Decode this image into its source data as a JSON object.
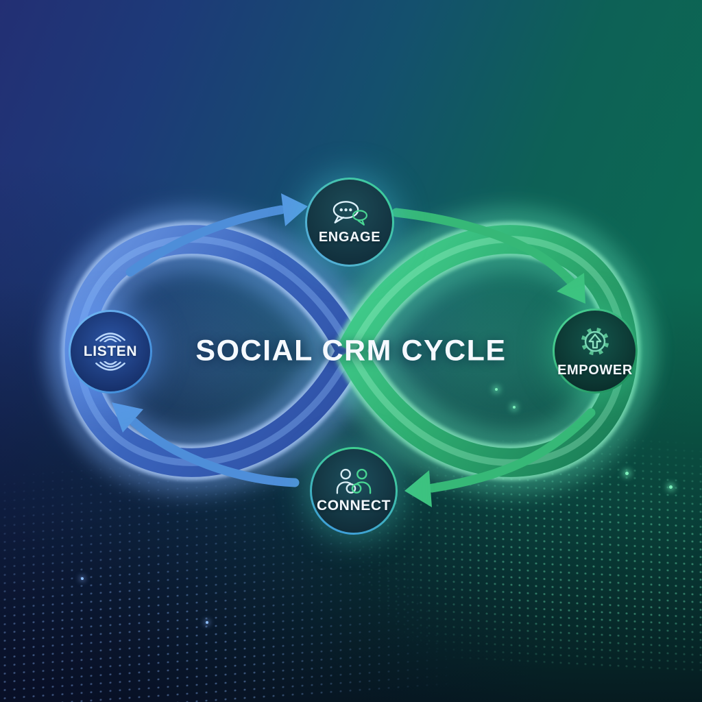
{
  "title": "SOCIAL CRM CYCLE",
  "nodes": [
    {
      "id": "engage",
      "label": "ENGAGE",
      "icon": "chat-bubbles-icon"
    },
    {
      "id": "empower",
      "label": "EMPOWER",
      "icon": "gear-up-arrow-icon"
    },
    {
      "id": "connect",
      "label": "CONNECT",
      "icon": "people-link-icon"
    },
    {
      "id": "listen",
      "label": "LISTEN",
      "icon": "sound-waves-icon"
    }
  ],
  "flow": [
    {
      "from": "LISTEN",
      "to": "ENGAGE",
      "arrow_color": "blue"
    },
    {
      "from": "ENGAGE",
      "to": "EMPOWER",
      "arrow_color": "green"
    },
    {
      "from": "EMPOWER",
      "to": "CONNECT",
      "arrow_color": "green"
    },
    {
      "from": "CONNECT",
      "to": "LISTEN",
      "arrow_color": "blue"
    }
  ],
  "colors": {
    "background_top_left": "#232f74",
    "background_top_right": "#0c6b51",
    "background_bottom": "#081224",
    "blue_loop": "#3a64bc",
    "green_loop": "#2fae71",
    "arrow_blue": "#4e8ed9",
    "arrow_green": "#36b877",
    "label_text": "#f3f8fd"
  }
}
